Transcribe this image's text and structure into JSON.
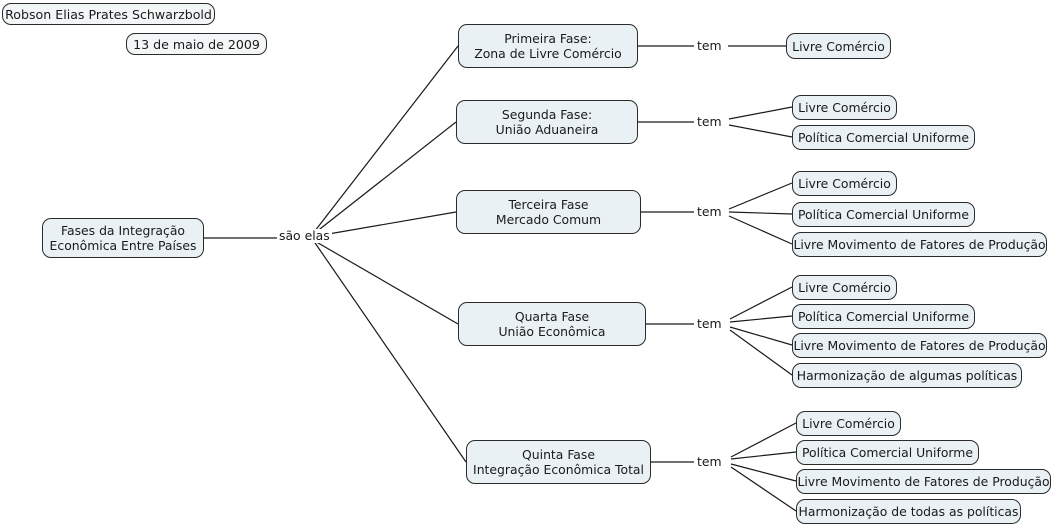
{
  "title": "Fases da Integração Econômica Entre Países",
  "colors": {
    "node_fill": "#eaf1f5",
    "header_fill": "#f3f6f7",
    "node_border": "#2b2b2b",
    "edge_stroke": "#1a1a1a",
    "text": "#1a1a1a",
    "background": "#ffffff"
  },
  "header": {
    "author": "Robson Elias Prates Schwarzbold",
    "date": "13 de maio de 2009"
  },
  "root": {
    "line1": "Fases da Integração",
    "line2": "Econômica Entre Países",
    "edge_label": "são elas"
  },
  "edge_labels": {
    "tem": "tem"
  },
  "phases": [
    {
      "line1": "Primeira Fase:",
      "line2": "Zona de Livre Comércio",
      "relation": "tem",
      "children": [
        "Livre Comércio"
      ]
    },
    {
      "line1": "Segunda Fase:",
      "line2": "União Aduaneira",
      "relation": "tem",
      "children": [
        "Livre Comércio",
        "Política Comercial Uniforme"
      ]
    },
    {
      "line1": "Terceira Fase",
      "line2": "Mercado Comum",
      "relation": "tem",
      "children": [
        "Livre Comércio",
        "Política Comercial Uniforme",
        "Livre Movimento de Fatores de Produção"
      ]
    },
    {
      "line1": "Quarta Fase",
      "line2": "União Econômica",
      "relation": "tem",
      "children": [
        "Livre Comércio",
        "Política Comercial Uniforme",
        "Livre Movimento de Fatores de Produção",
        "Harmonização de algumas políticas"
      ]
    },
    {
      "line1": "Quinta Fase",
      "line2": "Integração Econômica Total",
      "relation": "tem",
      "children": [
        "Livre Comércio",
        "Política Comercial Uniforme",
        "Livre Movimento de Fatores de Produção",
        "Harmonização de todas as políticas"
      ]
    }
  ]
}
